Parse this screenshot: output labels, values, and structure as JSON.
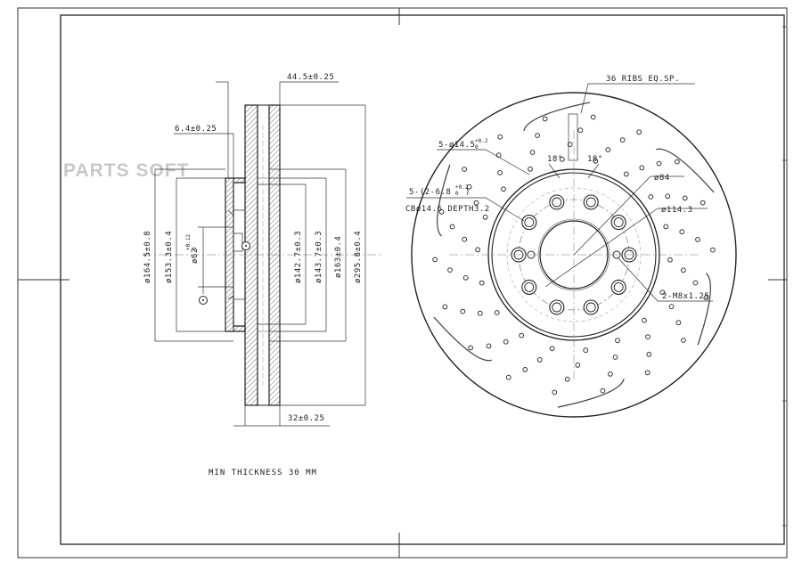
{
  "watermark": "PARTS SOFT",
  "side_view": {
    "overall_thickness": "44.5±0.25",
    "hat_thickness": "6.4±0.25",
    "disc_thickness": "32±0.25",
    "diameters": {
      "d1645": "ø164.5±0.8",
      "d1533": "ø153.3±0.4",
      "d62": "ø62",
      "d62_tol": "+0.12",
      "d62_tol0": "0",
      "d1427": "ø142.7±0.3",
      "d1437": "ø143.7±0.3",
      "d163": "ø163±0.4",
      "d2958": "ø295.8±0.4"
    },
    "min_thickness": "MIN THICKNESS 30 MM"
  },
  "front_view": {
    "ribs": "36 RIBS EQ.SP.",
    "holes_5x145": "5-ø14.5",
    "holes_5x145_tol": "+0.2",
    "holes_5x145_tol0": "0",
    "angle_a": "18°",
    "angle_b": "18°",
    "ring_d84": "ø84",
    "holes_5x268": "5-(2-6.8",
    "holes_5x268_tol": "+0.2",
    "holes_5x268_tol0": "0",
    "holes_5x268_close": ")",
    "cb_depth": "CBø14.6 DEPTH3.2",
    "pcd_1143": "ø114.3",
    "thread": "2-M8x1.25"
  }
}
